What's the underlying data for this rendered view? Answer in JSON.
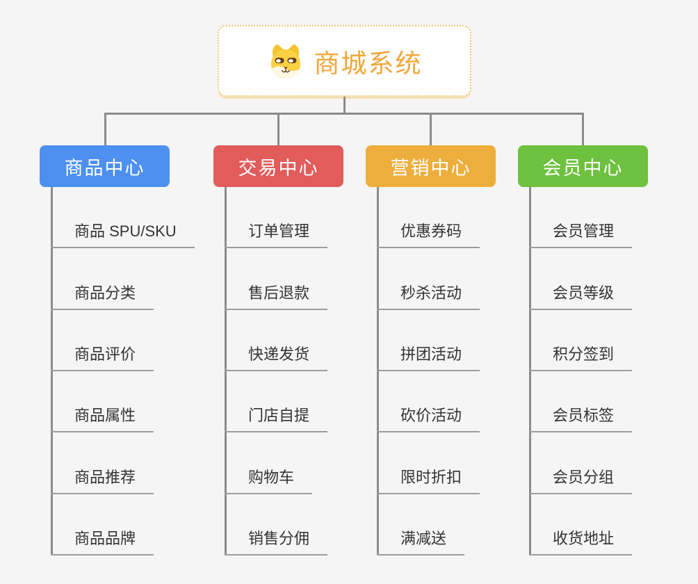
{
  "page": {
    "background_color": "#F5F5F5",
    "connector_color": "#8C8C8C",
    "underline_color": "#9C9C9C"
  },
  "root": {
    "title": "商城系统",
    "icon": "shiba-dog-icon",
    "text_color": "#F1A73B",
    "border_color": "#F2C36B",
    "background_color": "#FFFFFF"
  },
  "branches": [
    {
      "title": "商品中心",
      "color": "#4D90EF",
      "items": [
        "商品 SPU/SKU",
        "商品分类",
        "商品评价",
        "商品属性",
        "商品推荐",
        "商品品牌"
      ]
    },
    {
      "title": "交易中心",
      "color": "#E25C5C",
      "items": [
        "订单管理",
        "售后退款",
        "快递发货",
        "门店自提",
        "购物车",
        "销售分佣"
      ]
    },
    {
      "title": "营销中心",
      "color": "#EDAE3D",
      "items": [
        "优惠券码",
        "秒杀活动",
        "拼团活动",
        "砍价活动",
        "限时折扣",
        "满减送"
      ]
    },
    {
      "title": "会员中心",
      "color": "#6EC13F",
      "items": [
        "会员管理",
        "会员等级",
        "积分签到",
        "会员标签",
        "会员分组",
        "收货地址"
      ]
    }
  ]
}
